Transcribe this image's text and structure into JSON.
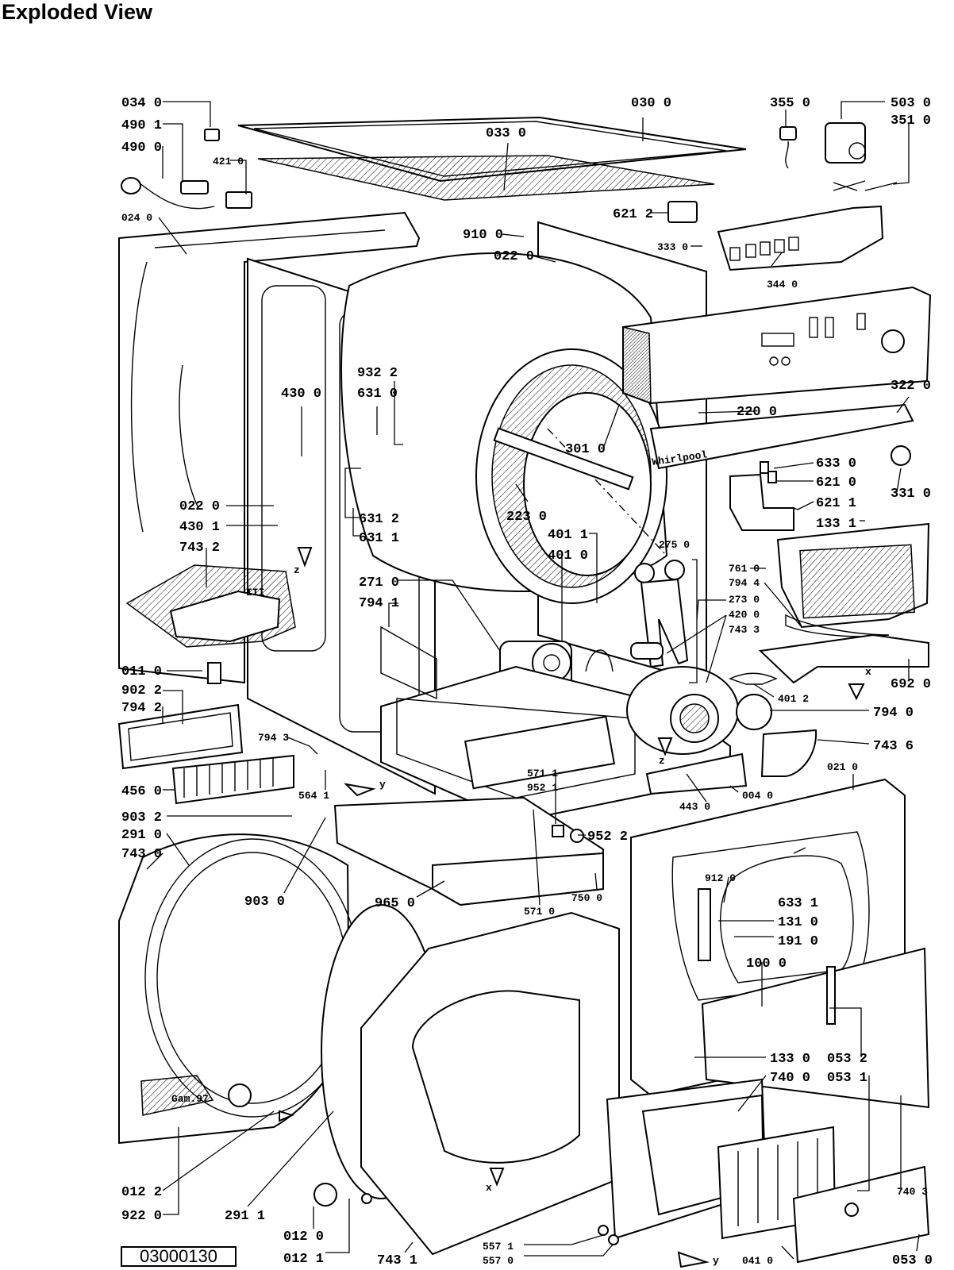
{
  "title": "Exploded View",
  "drawing_code": "03000130",
  "panel_brand": "Whirlpool",
  "stamp": "Gam.97",
  "labels": {
    "l0340": "034 0",
    "l4901": "490 1",
    "l4900": "490 0",
    "l4210": "421 0",
    "l0240": "024 0",
    "l0300": "030 0",
    "l0330": "033 0",
    "l3550": "355 0",
    "l5030": "503 0",
    "l3510": "351 0",
    "l6212": "621 2",
    "l9100": "910 0",
    "l0220a": "022 0",
    "l3330": "333 0",
    "l3440": "344 0",
    "l9322": "932 2",
    "l6310": "631 0",
    "l4300": "430 0",
    "l3220": "322 0",
    "l2200": "220 0",
    "l3010": "301 0",
    "l0220b": "022 0",
    "l4301": "430 1",
    "l7432": "743 2",
    "l2230": "223 0",
    "l6330": "633 0",
    "l6210": "621 0",
    "l3310": "331 0",
    "l6211": "621 1",
    "l1331": "133 1",
    "l6312": "631 2",
    "l6311": "631 1",
    "l4011": "401 1",
    "l4010": "401 0",
    "l2750": "275 0",
    "l2710": "271 0",
    "l7941": "794 1",
    "l7610": "761 0",
    "l7944": "794 4",
    "l2730": "273 0",
    "l4200": "420 0",
    "l7433": "743 3",
    "l0110": "011 0",
    "l9022": "902 2",
    "l7942": "794 2",
    "l6920": "692 0",
    "l4012": "401 2",
    "l7940": "794 0",
    "l7943": "794 3",
    "l7436": "743 6",
    "l5711a": "571 1",
    "l9521a": "952 1",
    "l0210": "021 0",
    "l4560": "456 0",
    "l5641": "564 1",
    "l0040": "004 0",
    "l4430": "443 0",
    "l9032": "903 2",
    "l2910": "291 0",
    "l7430": "743 0",
    "l9522": "952 2",
    "l9120": "912 0",
    "l9030": "903 0",
    "l9650": "965 0",
    "l5710": "571 0",
    "l7500": "750 0",
    "l6331": "633 1",
    "l1310": "131 0",
    "l1910": "191 0",
    "l1000": "100 0",
    "l1330": "133 0",
    "l0532": "053 2",
    "l7400": "740 0",
    "l0531": "053 1",
    "l7403": "740 3",
    "l0122": "012 2",
    "l9220": "922 0",
    "l2911": "291 1",
    "l0120": "012 0",
    "l0121": "012 1",
    "l7431": "743 1",
    "l5571": "557 1",
    "l5570": "557 0",
    "l0410": "041 0",
    "l0530": "053 0"
  },
  "view_markers": {
    "z1": "z",
    "z2": "z",
    "y1": "y",
    "y2": "y",
    "x1": "x",
    "x2": "x",
    "III": "III"
  },
  "colors": {
    "ink": "#000000",
    "paper": "#ffffff"
  }
}
